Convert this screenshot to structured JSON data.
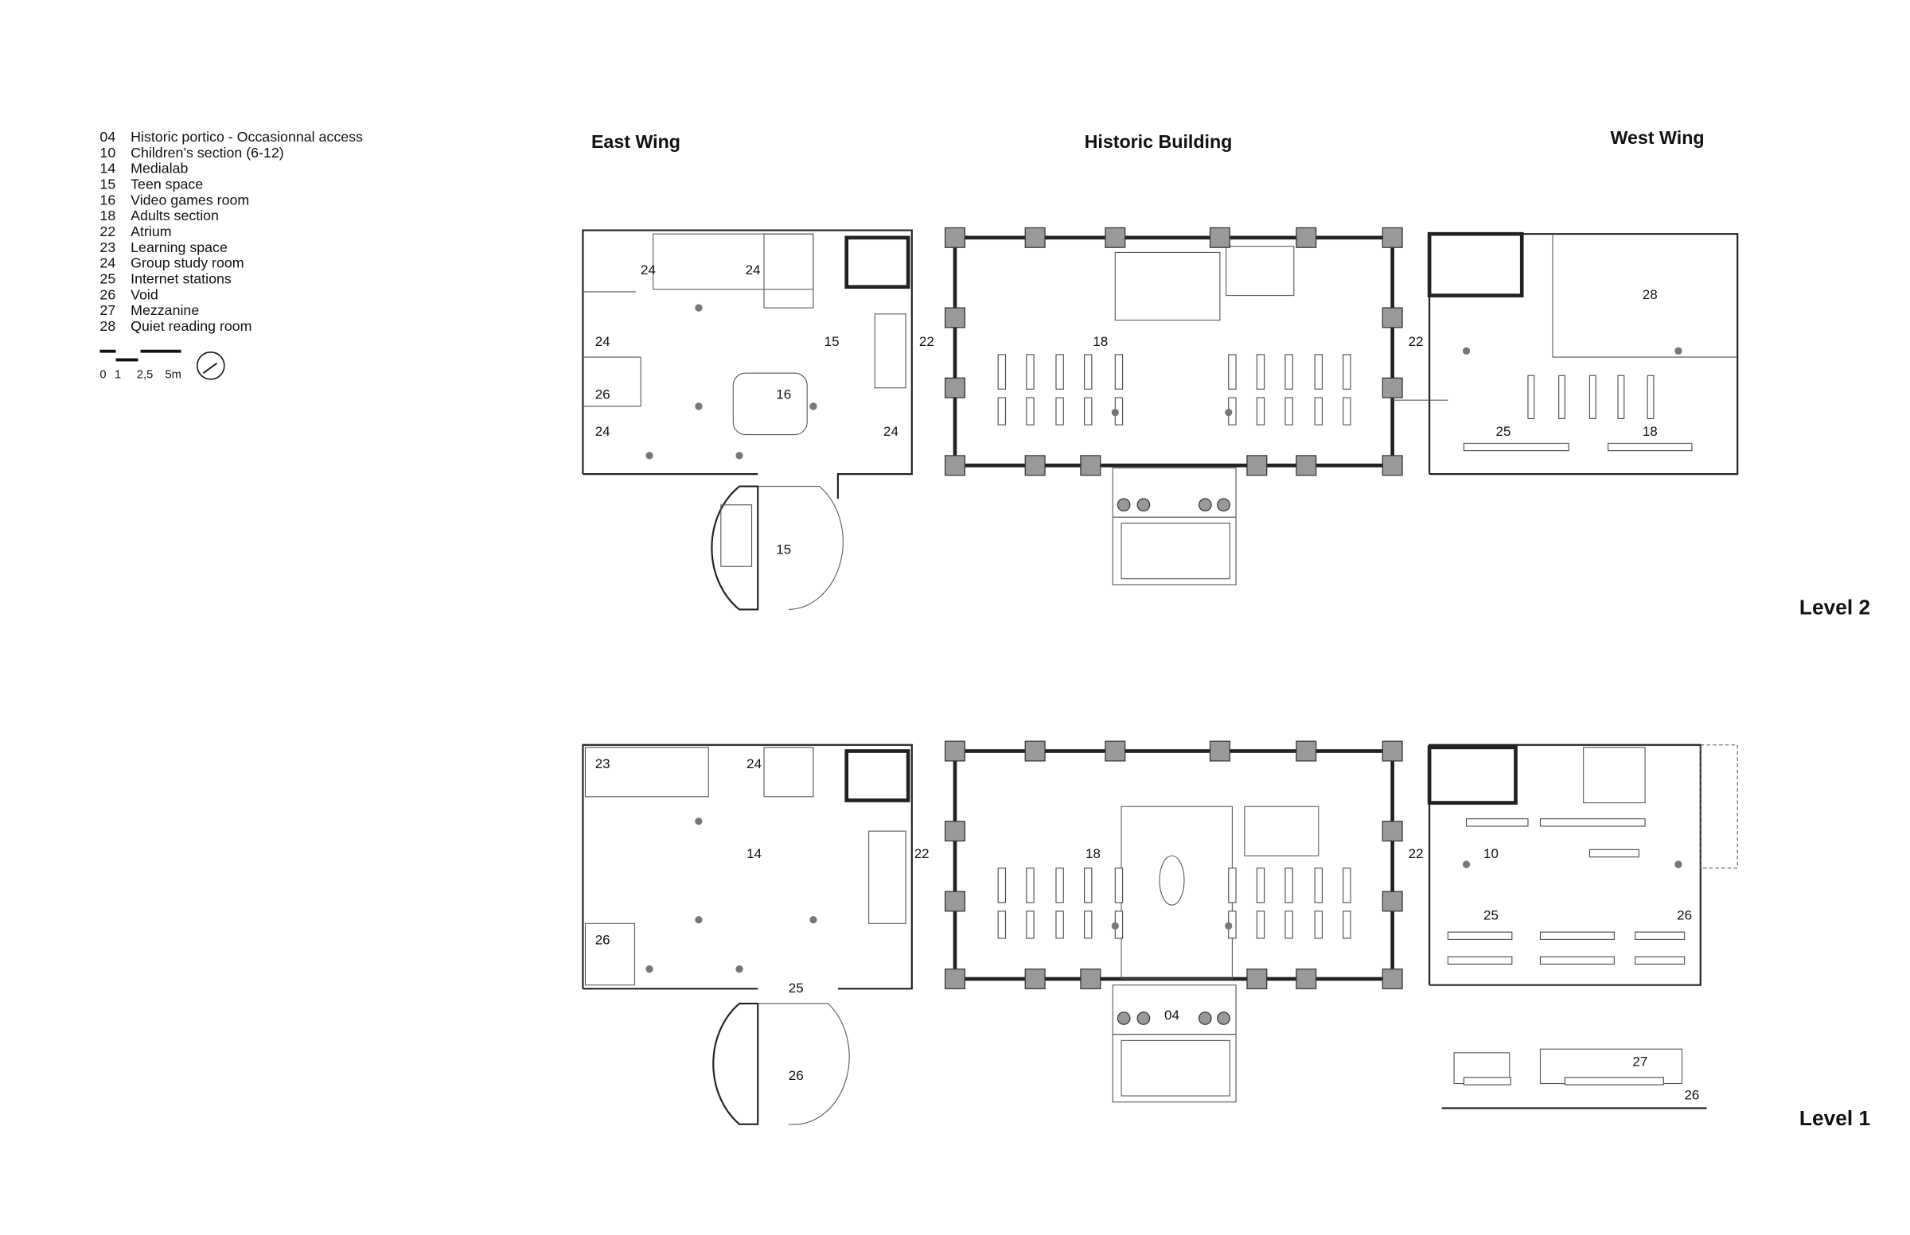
{
  "legend": [
    {
      "code": "04",
      "label": "Historic portico - Occasionnal access"
    },
    {
      "code": "10",
      "label": "Children’s section (6-12)"
    },
    {
      "code": "14",
      "label": "Medialab"
    },
    {
      "code": "15",
      "label": "Teen space"
    },
    {
      "code": "16",
      "label": "Video games room"
    },
    {
      "code": "18",
      "label": "Adults section"
    },
    {
      "code": "22",
      "label": "Atrium"
    },
    {
      "code": "23",
      "label": "Learning space"
    },
    {
      "code": "24",
      "label": "Group study room"
    },
    {
      "code": "25",
      "label": "Internet stations"
    },
    {
      "code": "26",
      "label": "Void"
    },
    {
      "code": "27",
      "label": "Mezzanine"
    },
    {
      "code": "28",
      "label": "Quiet reading room"
    }
  ],
  "scale_bar": {
    "ticks": [
      "0",
      "1",
      "2,5",
      "5m"
    ]
  },
  "headings": {
    "east": "East Wing",
    "historic": "Historic Building",
    "west": "West Wing"
  },
  "levels": {
    "level2": "Level 2",
    "level1": "Level 1"
  },
  "rooms_level2": [
    "24",
    "24",
    "24",
    "15",
    "22",
    "18",
    "22",
    "28",
    "26",
    "16",
    "24",
    "24",
    "25",
    "18",
    "15"
  ],
  "rooms_level1": [
    "23",
    "24",
    "14",
    "22",
    "18",
    "22",
    "10",
    "25",
    "26",
    "26",
    "25",
    "04",
    "26",
    "27",
    "26"
  ]
}
